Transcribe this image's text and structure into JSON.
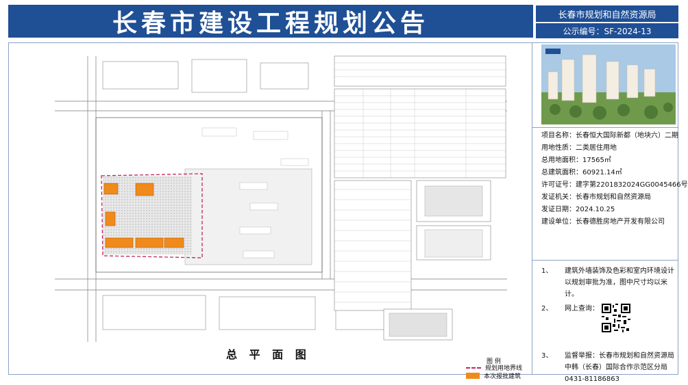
{
  "header": {
    "title": "长春市建设工程规划公告",
    "authority": "长春市规划和自然资源局",
    "notice_no": "公示编号：SF-2024-13"
  },
  "plan": {
    "caption": "总 平 面 图",
    "legend_title": "图 例",
    "legend": [
      {
        "label": "规划用地界线",
        "style": "dashed",
        "color": "#c0265c"
      },
      {
        "label": "本次报批建筑",
        "style": "fill",
        "color": "#f08a1c"
      }
    ]
  },
  "project": {
    "lines": [
      "项目名称：长春恒大国际新都（地块六）二期",
      "用地性质：二类居住用地",
      "总用地面积：17565㎡",
      "总建筑面积：60921.14㎡",
      "许可证号：建字第2201832024GG0045466号",
      "发证机关：长春市规划和自然资源局",
      "发证日期：2024.10.25",
      "建设单位：长春德胜房地产开发有限公司"
    ]
  },
  "notes": {
    "items": [
      {
        "num": "1、",
        "text": "建筑外墙装饰及色彩和室内环境设计以规划审批为准，图中尺寸均以米计。"
      },
      {
        "num": "2、",
        "text": "网上查询："
      },
      {
        "num": "3、",
        "text": "监督举报：长春市规划和自然资源局中韩（长春）国际合作示范区分局 0431-81186863"
      }
    ]
  },
  "colors": {
    "banner": "#1f4f95",
    "building": "#f08a1c",
    "boundary": "#c0265c"
  }
}
